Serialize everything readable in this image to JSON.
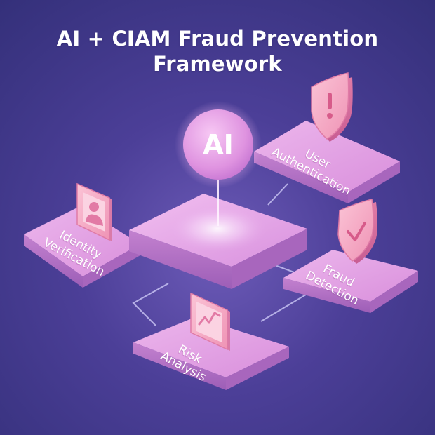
{
  "title": {
    "line1": "AI + CIAM Fraud Prevention",
    "line2": "Framework"
  },
  "hub": {
    "label": "AI"
  },
  "nodes": [
    {
      "label_line1": "User",
      "label_line2": "Authentication",
      "icon": "shield-alert-icon"
    },
    {
      "label_line1": "Identity",
      "label_line2": "Verification",
      "icon": "person-id-icon"
    },
    {
      "label_line1": "Fraud",
      "label_line2": "Detection",
      "icon": "shield-check-icon"
    },
    {
      "label_line1": "Risk",
      "label_line2": "Analysis",
      "icon": "trend-chart-icon"
    }
  ],
  "colors": {
    "background": "#4c3f98",
    "tile_top": "#e4a3e6",
    "tile_side": "#b774c6",
    "icon_fill": "#f5aec6",
    "connector": "#c7c2f2"
  }
}
